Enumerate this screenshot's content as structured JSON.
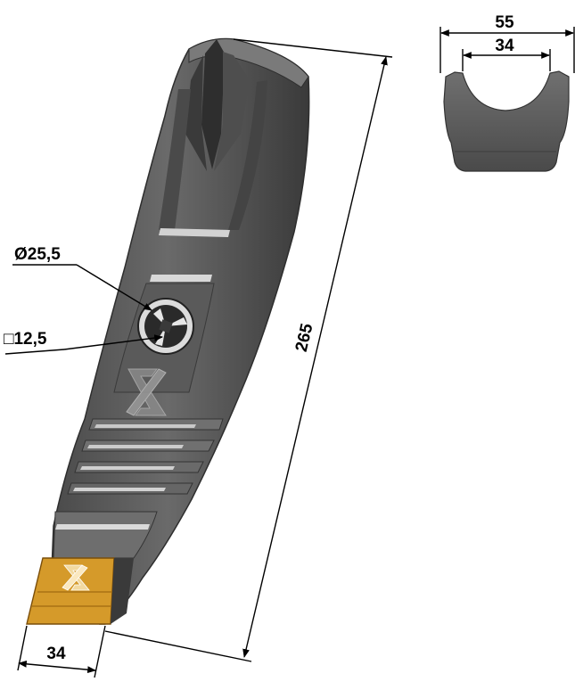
{
  "dimensions": {
    "top_outer_width": "55",
    "top_inner_width": "34",
    "overall_length": "265",
    "hole_diameter": "Ø25,5",
    "square_size": "□12,5",
    "tip_width": "34"
  },
  "colors": {
    "body_fill": "#5c5c5c",
    "body_dark": "#3f3f3f",
    "body_light": "#8a8a8a",
    "highlight": "#d6d6d6",
    "carbide": "#d59a2a",
    "carbide_dark": "#a06a12"
  },
  "logos": {
    "body_logo": "X",
    "tip_logo": "X"
  }
}
